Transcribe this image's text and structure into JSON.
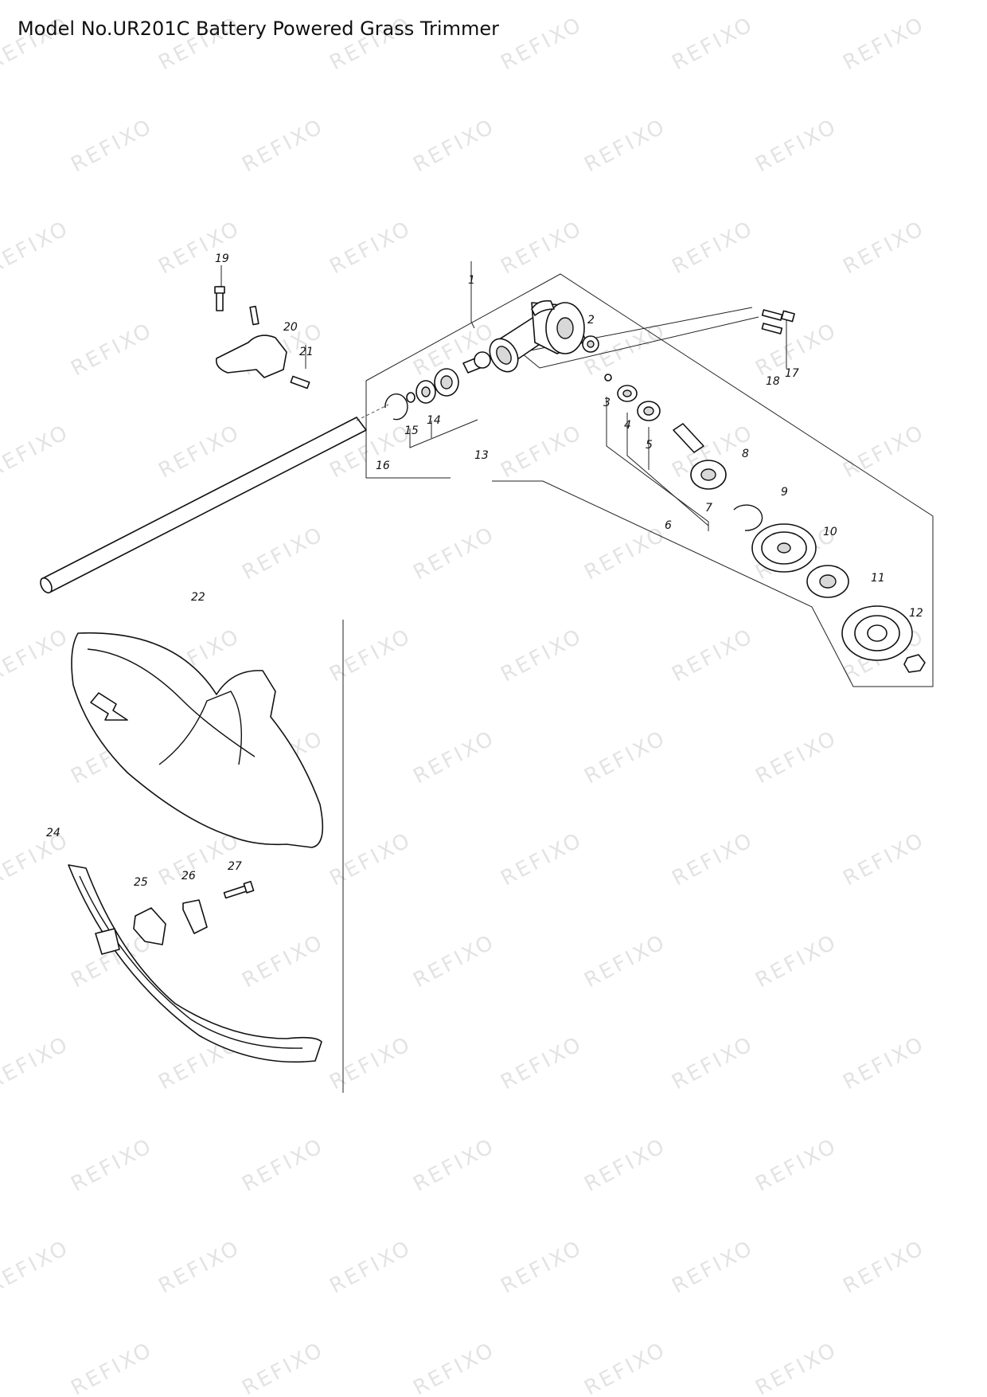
{
  "header": {
    "title": "Model No.UR201C Battery Powered Grass Trimmer"
  },
  "watermark": {
    "text": "REFIXO",
    "color": "#e3e3e3"
  },
  "callouts": [
    "1",
    "2",
    "3",
    "4",
    "5",
    "6",
    "7",
    "8",
    "9",
    "10",
    "11",
    "12",
    "13",
    "14",
    "15",
    "16",
    "17",
    "18",
    "19",
    "20",
    "21",
    "22",
    "24",
    "25",
    "26",
    "27"
  ]
}
